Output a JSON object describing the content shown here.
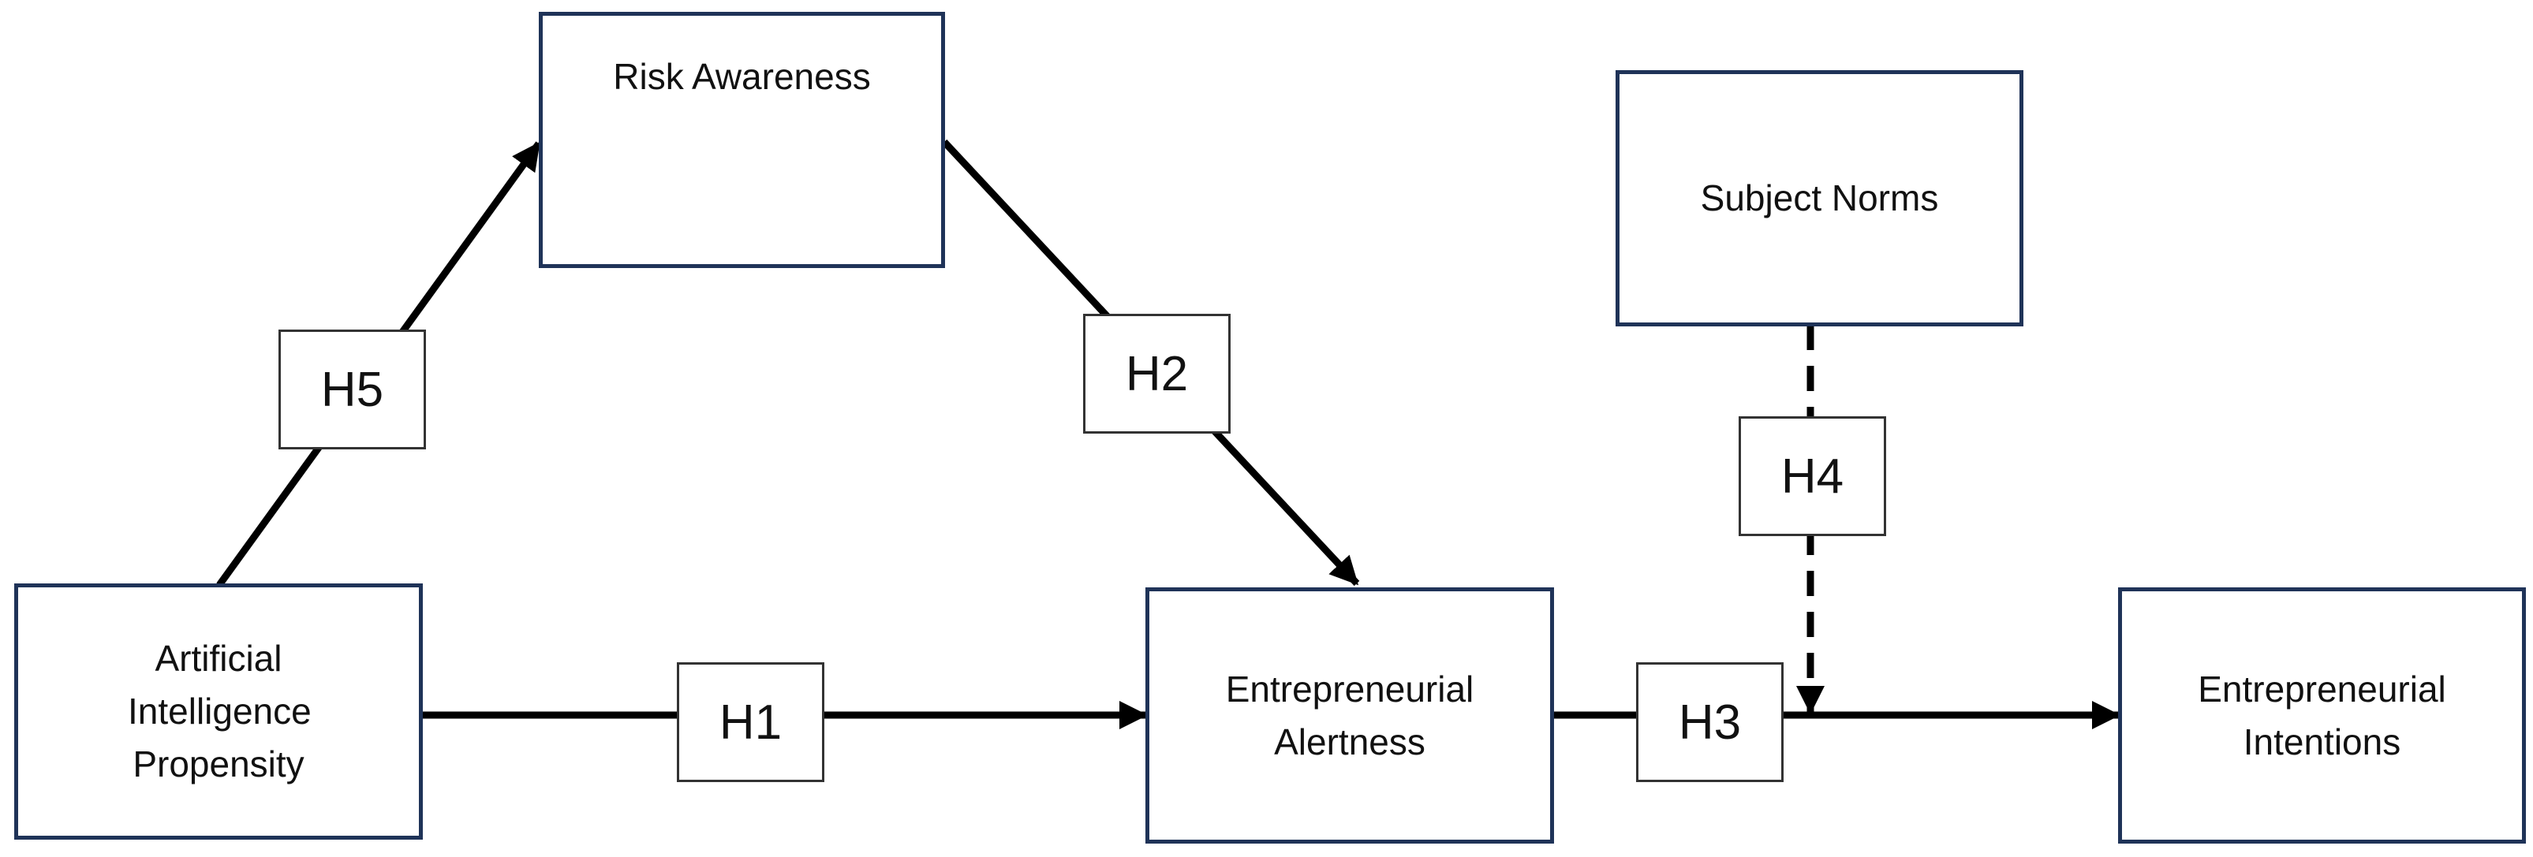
{
  "colors": {
    "box_border": "#1f3358",
    "arrow": "#000000",
    "label_border": "#333333",
    "text": "#111111",
    "background": "#ffffff"
  },
  "nodes": {
    "ai_propensity": "Artificial Intelligence Propensity",
    "risk_awareness": "Risk Awareness",
    "entrepreneurial_alertness": "Entrepreneurial Alertness",
    "subject_norms": "Subject Norms",
    "entrepreneurial_intentions": "Entrepreneurial Intentions"
  },
  "hypotheses": {
    "h1": "H1",
    "h2": "H2",
    "h3": "H3",
    "h4": "H4",
    "h5": "H5"
  },
  "links": [
    {
      "id": "h1",
      "from": "ai_propensity",
      "to": "entrepreneurial_alertness",
      "style": "solid"
    },
    {
      "id": "h2",
      "from": "risk_awareness",
      "to": "entrepreneurial_alertness",
      "style": "solid"
    },
    {
      "id": "h3",
      "from": "entrepreneurial_alertness",
      "to": "entrepreneurial_intentions",
      "style": "solid"
    },
    {
      "id": "h4",
      "from": "subject_norms",
      "to": "h3",
      "style": "dashed"
    },
    {
      "id": "h5",
      "from": "ai_propensity",
      "to": "risk_awareness",
      "style": "solid"
    }
  ]
}
